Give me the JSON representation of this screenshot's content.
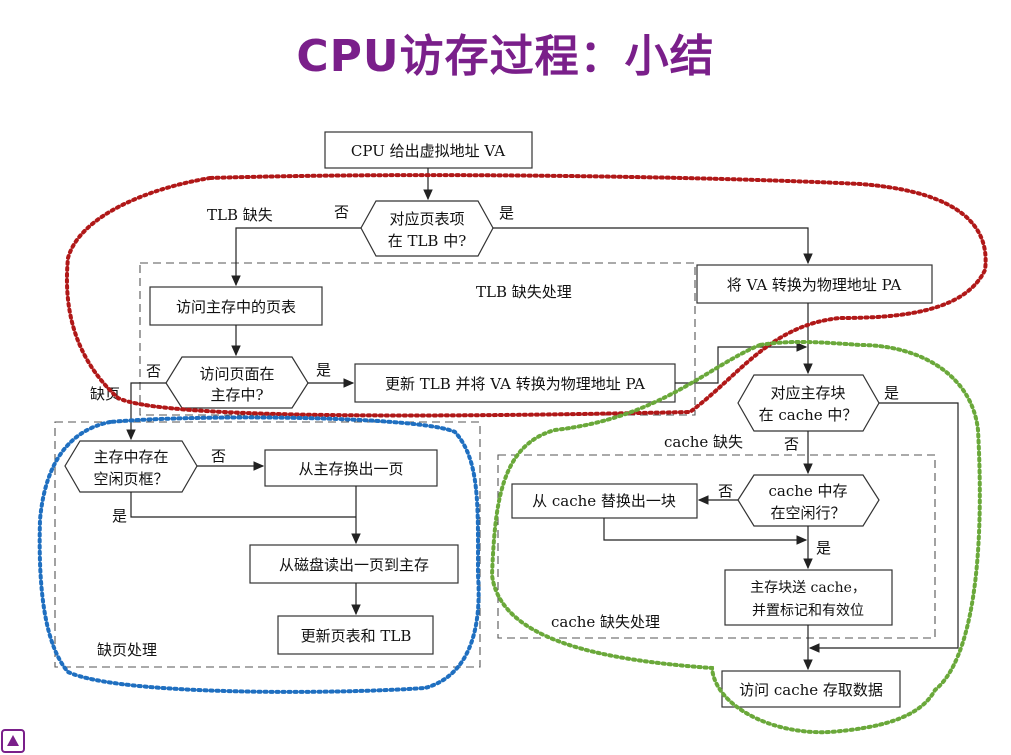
{
  "title": "CPU访存过程：小结",
  "nodes": {
    "cpu_va": "CPU 给出虚拟地址 VA",
    "tlb_q_1": "对应页表项",
    "tlb_q_2": "在 TLB 中?",
    "va_to_pa": "将 VA 转换为物理地址 PA",
    "access_pt": "访问主存中的页表",
    "page_q_1": "访问页面在",
    "page_q_2": "主存中?",
    "update_tlb": "更新 TLB 并将 VA 转换为物理地址 PA",
    "cache_q_1": "对应主存块",
    "cache_q_2": "在 cache 中？",
    "free_frame_q_1": "主存中存在",
    "free_frame_q_2": "空闲页框？",
    "swap_page": "从主存换出一页",
    "read_disk": "从磁盘读出一页到主存",
    "update_pt": "更新页表和 TLB",
    "free_line_q_1": "cache 中存",
    "free_line_q_2": "在空闲行？",
    "replace_block": "从 cache 替换出一块",
    "send_block_1": "主存块送 cache，",
    "send_block_2": "并置标记和有效位",
    "access_cache": "访问 cache 存取数据"
  },
  "labels": {
    "tlb_miss": "TLB 缺失",
    "tlb_miss_handling": "TLB 缺失处理",
    "page_fault": "缺页",
    "page_fault_handling": "缺页处理",
    "cache_miss": "cache 缺失",
    "cache_miss_handling": "cache 缺失处理",
    "yes": "是",
    "no": "否"
  },
  "colors": {
    "title": "#7a1f8a",
    "tlb_region": "#b01818",
    "page_fault_region": "#1f6fc0",
    "cache_region": "#6aa83a"
  }
}
